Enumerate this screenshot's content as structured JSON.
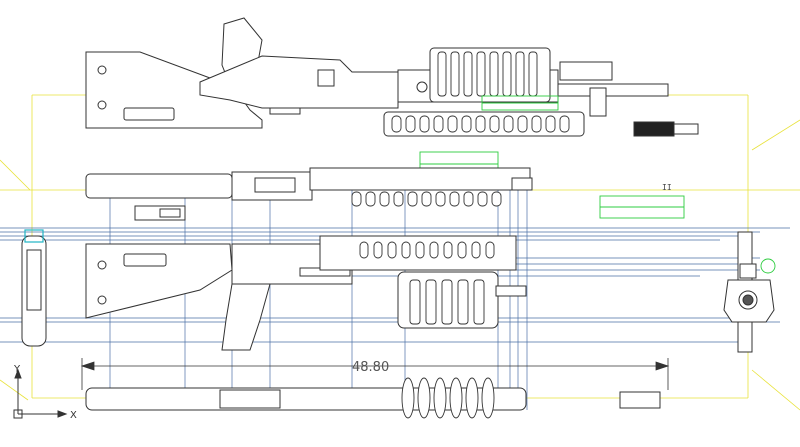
{
  "drawing": {
    "dimension_label": "48.80",
    "ucs": {
      "x_label": "X",
      "y_label": "Y"
    },
    "side_marker": "II"
  },
  "colors": {
    "background": "#ffffff",
    "outline": "#333333",
    "guide": "#4a6fa5",
    "frame": "#e8e23a",
    "detail_green": "#2ecc40",
    "detail_cyan": "#1fb5c4"
  }
}
